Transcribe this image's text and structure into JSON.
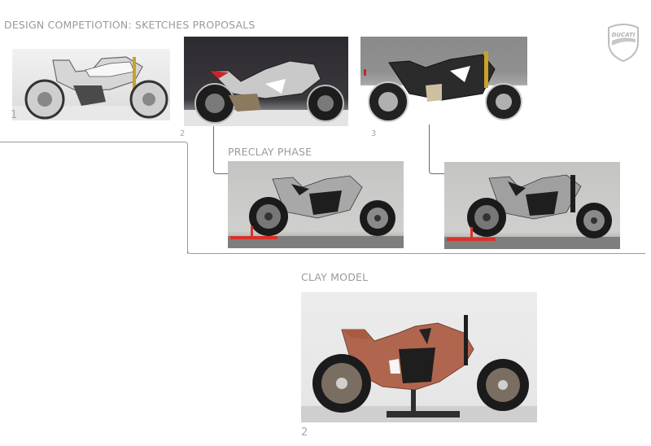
{
  "page": {
    "title": "DESIGN COMPETIOTION: SKETCHES PROPOSALS",
    "brand_logo": {
      "icon": "ducati-shield-icon",
      "text": "DUCATI"
    }
  },
  "sketches": [
    {
      "number": "1",
      "style": "light-gray sketch, white background"
    },
    {
      "number": "2",
      "style": "dark background sketch"
    },
    {
      "number": "3",
      "style": "gray/white split background sketch"
    }
  ],
  "preclay": {
    "title": "PRECLAY PHASE",
    "images": [
      {
        "source_sketch": "2",
        "description": "silver preclay model on red paddock stand"
      },
      {
        "source_sketch": "3",
        "description": "silver preclay model on red paddock stand"
      }
    ]
  },
  "clay": {
    "title": "CLAY MODEL",
    "number": "2",
    "description": "terracotta clay model on black stand"
  },
  "colors": {
    "heading_text": "#9a9a9a",
    "connector_dark": "#6a6a6a",
    "connector_gray": "#a0a0a0",
    "clay": "#b0664e",
    "stand_red": "#d8322a"
  }
}
